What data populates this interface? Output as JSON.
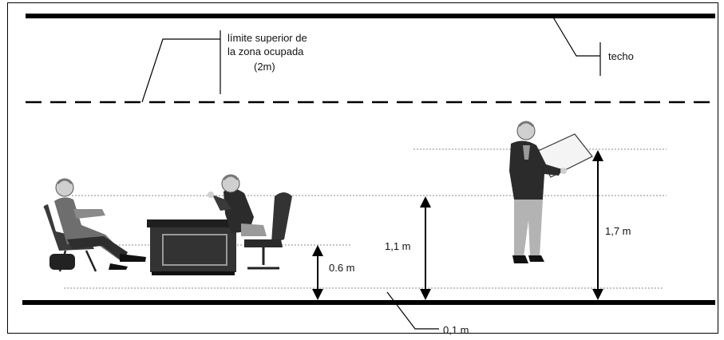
{
  "labels": {
    "upper_limit": [
      "límite superior de",
      "la zona ocupada",
      "(2m)"
    ],
    "ceiling": "techo",
    "h_ankle": "0,1 m",
    "h_seated": "0.6 m",
    "h_head_seated": "1,1 m",
    "h_head_standing": "1,7 m"
  },
  "colors": {
    "line": "#000000",
    "dotted": "#8a8a8a",
    "suit_dark": "#2b2b2b",
    "suit_mid": "#6e6e6e",
    "trousers_light": "#b3b3b3",
    "skin": "#cfcfcf"
  },
  "figures": [
    {
      "name": "seated-visitor-figure",
      "pose": "seated"
    },
    {
      "name": "office-desk",
      "pose": "desk"
    },
    {
      "name": "seated-worker-figure",
      "pose": "seated-chair"
    },
    {
      "name": "standing-presenter-figure",
      "pose": "standing"
    }
  ]
}
